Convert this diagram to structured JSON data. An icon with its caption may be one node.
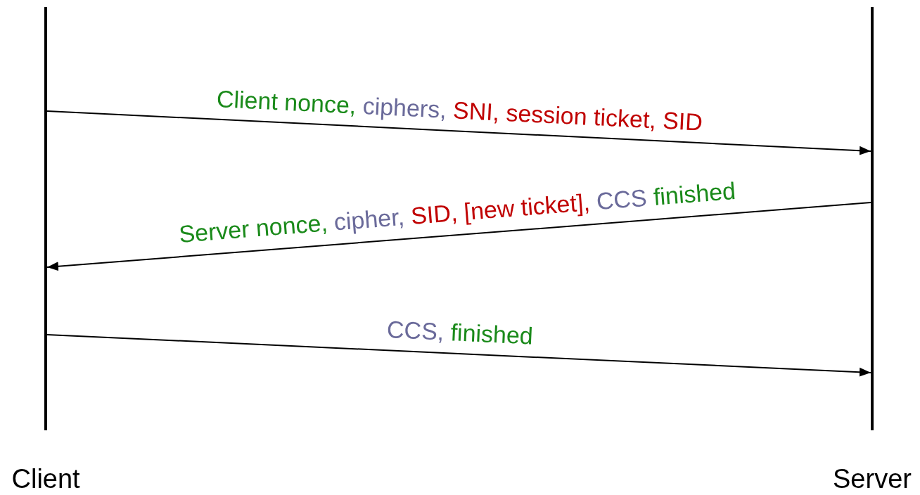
{
  "diagram": {
    "nodes": [
      {
        "text": [
          "Client"
        ]
      },
      {
        "text": [
          "Server"
        ]
      }
    ],
    "edges": [
      {
        "from": 0,
        "to": 1,
        "arrow": "to",
        "label": "Client nonce, ciphers, SNI, session ticket, SID"
      },
      {
        "from": 1,
        "to": 0,
        "arrow": "to",
        "label": "Server nonce, cipher, SID, [new ticket], CCS finished"
      },
      {
        "from": 0,
        "to": 1,
        "arrow": "to",
        "label": "CCS, finished"
      }
    ]
  }
}
